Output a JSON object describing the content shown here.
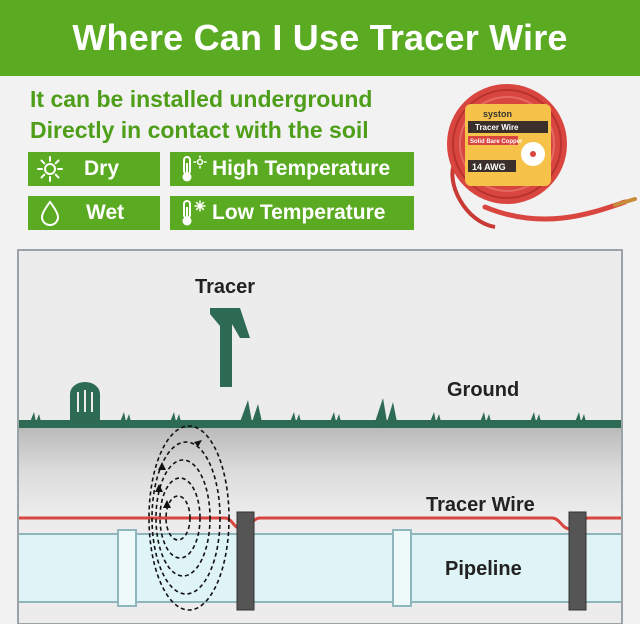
{
  "title": "Where Can I Use Tracer Wire",
  "intro": {
    "line1": "It can be installed underground",
    "line2": "Directly in contact with the soil"
  },
  "conditions": [
    {
      "label": "Dry",
      "icon": "sun-icon"
    },
    {
      "label": "High Temperature",
      "icon": "thermometer-heat-icon"
    },
    {
      "label": "Wet",
      "icon": "water-drop-icon"
    },
    {
      "label": "Low Temperature",
      "icon": "thermometer-cold-icon"
    }
  ],
  "product": {
    "brand": "syston",
    "name": "Tracer Wire",
    "type": "Solid Bare Copper",
    "gauge": "14 AWG"
  },
  "diagram": {
    "tracer_label": "Tracer",
    "ground_label": "Ground",
    "wire_label": "Tracer Wire",
    "pipeline_label": "Pipeline"
  },
  "colors": {
    "brand_green": "#5aaa22",
    "wire_red": "#d9453f",
    "grass_green": "#2e6b54",
    "pipe_blue": "#dff4f6"
  }
}
